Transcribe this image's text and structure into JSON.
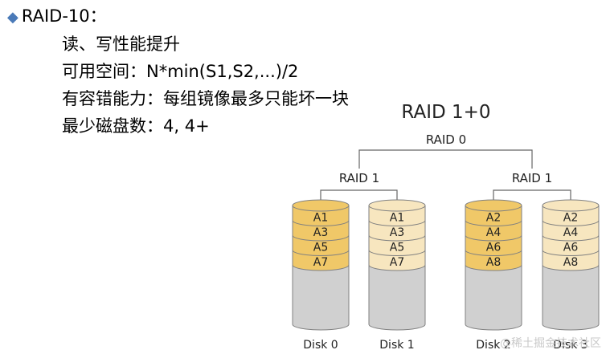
{
  "slide": {
    "heading": "RAID-10：",
    "bullet_icon": "diamond-bullet-icon",
    "points": [
      "读、写性能提升",
      "可用空间：N*min(S1,S2,...)/2",
      "有容错能力：每组镜像最多只能坏一块",
      "最少磁盘数：4, 4+"
    ]
  },
  "diagram": {
    "title": "RAID 1+0",
    "top_label": "RAID 0",
    "groups": [
      {
        "label": "RAID 1",
        "disks": [
          {
            "name": "Disk 0",
            "blocks": [
              "A1",
              "A3",
              "A5",
              "A7"
            ]
          },
          {
            "name": "Disk 1",
            "blocks": [
              "A1",
              "A3",
              "A5",
              "A7"
            ]
          }
        ]
      },
      {
        "label": "RAID 1",
        "disks": [
          {
            "name": "Disk 2",
            "blocks": [
              "A2",
              "A4",
              "A6",
              "A8"
            ]
          },
          {
            "name": "Disk 3",
            "blocks": [
              "A2",
              "A4",
              "A6",
              "A8"
            ]
          }
        ]
      }
    ],
    "colors": {
      "primary_block": "#f0c868",
      "mirror_block": "#f7e6bf",
      "disk_body": "#d0d0d0",
      "outline": "#808080"
    }
  },
  "watermark": "@稀土掘金技术社区"
}
